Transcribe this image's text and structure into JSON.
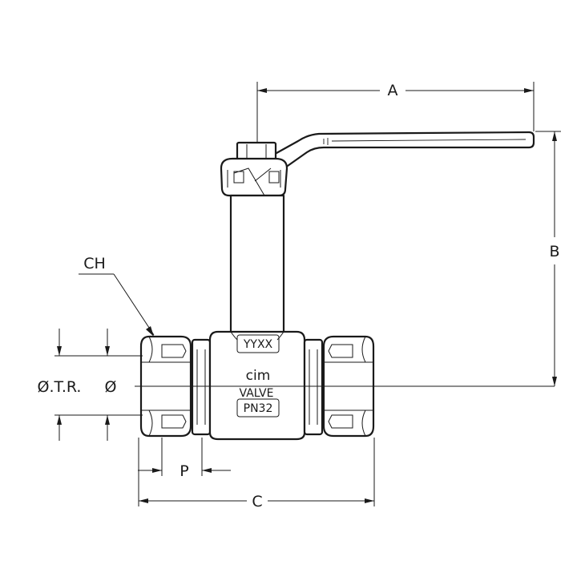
{
  "dimensions": {
    "A": "A",
    "B": "B",
    "C": "C",
    "P": "P",
    "CH": "CH",
    "OTR": "Ø.T.R.",
    "D": "Ø"
  },
  "valve_markings": {
    "date_code": "YYXX",
    "brand": "cim",
    "word": "VALVE",
    "pressure": "PN32"
  }
}
